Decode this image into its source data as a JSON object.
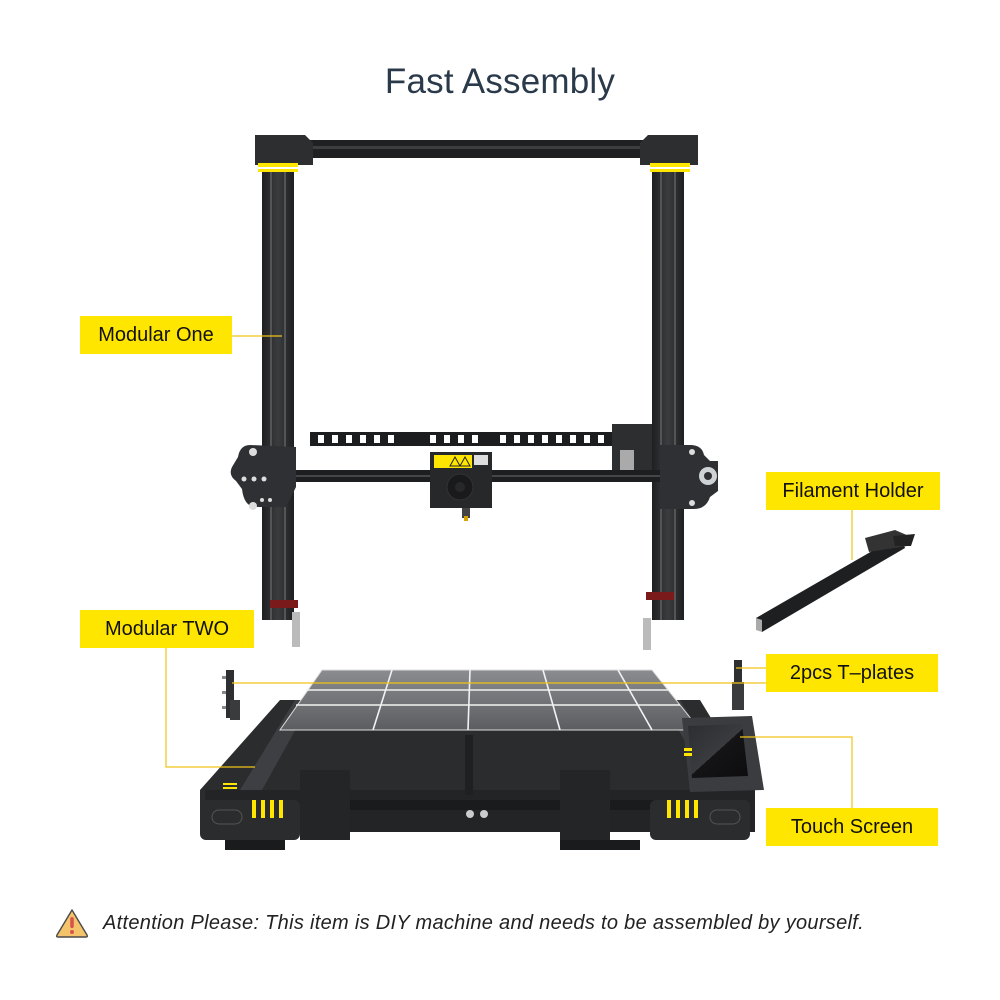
{
  "title": "Fast Assembly",
  "labels": {
    "modular_one": "Modular One",
    "filament_holder": "Filament Holder",
    "modular_two": "Modular TWO",
    "t_plates": "2pcs T–plates",
    "touch_screen": "Touch Screen"
  },
  "notice": {
    "icon": "warning-triangle-icon",
    "text": "Attention Please: This item is DIY machine and needs to be assembled by yourself."
  },
  "colors": {
    "accent_yellow": "#ffe600",
    "frame_black": "#2a2c2e",
    "title_text": "#2b3a4a",
    "warning_fill": "#f4c46a",
    "warning_mark": "#d9534f"
  }
}
